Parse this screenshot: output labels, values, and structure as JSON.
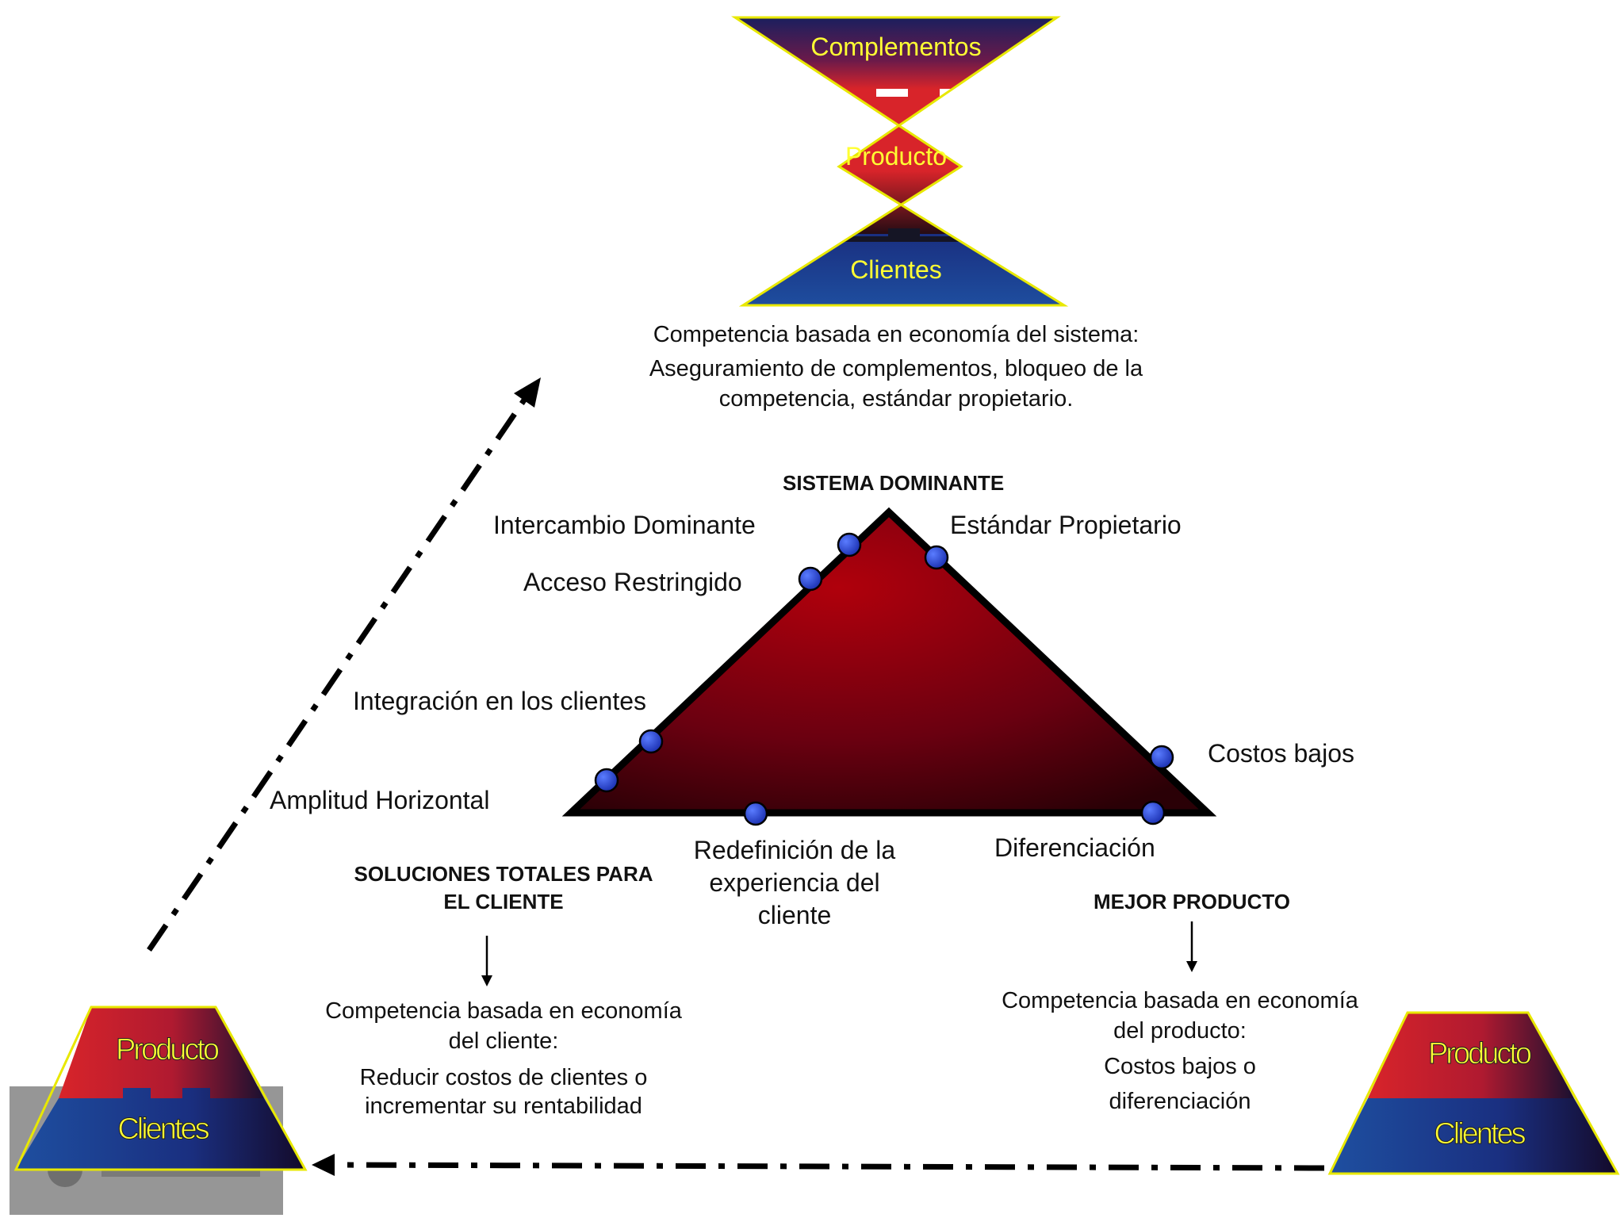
{
  "top_shape": {
    "complementos": "Complementos",
    "producto": "Producto",
    "clientes": "Clientes"
  },
  "system_text": {
    "line1": "Competencia basada en economía del sistema:",
    "line2": "Aseguramiento de complementos, bloqueo de la",
    "line3": "competencia, estándar propietario."
  },
  "triangle": {
    "apex_label": "SISTEMA  DOMINANTE",
    "points": {
      "intercambio": "Intercambio Dominante",
      "acceso": "Acceso Restringido",
      "estandar": "Estándar Propietario",
      "integracion": "Integración en los clientes",
      "amplitud": "Amplitud  Horizontal",
      "costos": "Costos bajos",
      "redefinicion_1": "Redefinición de la",
      "redefinicion_2": "experiencia del",
      "redefinicion_3": "cliente",
      "diferenciacion": "Diferenciación"
    }
  },
  "left_block": {
    "title_1": "SOLUCIONES TOTALES PARA",
    "title_2": "EL CLIENTE",
    "line1": "Competencia basada en economía",
    "line2": "del cliente:",
    "line3": "Reducir costos de clientes o",
    "line4": "incrementar su rentabilidad"
  },
  "right_block": {
    "title": "MEJOR  PRODUCTO",
    "line1": "Competencia basada en economía",
    "line2": "del producto:",
    "line3": "Costos bajos o",
    "line4": "diferenciación"
  },
  "left_shape": {
    "producto": "Producto",
    "clientes": "Clientes"
  },
  "right_shape": {
    "producto": "Producto",
    "clientes": "Clientes"
  },
  "colors": {
    "navy": "#1f2b7a",
    "red": "#d8242a",
    "blue": "#1e4fa0",
    "yellow_text": "#ffff33",
    "triangle_dark": "#3a0008",
    "triangle_light": "#b0000c",
    "dot": "#2a4fd6"
  }
}
